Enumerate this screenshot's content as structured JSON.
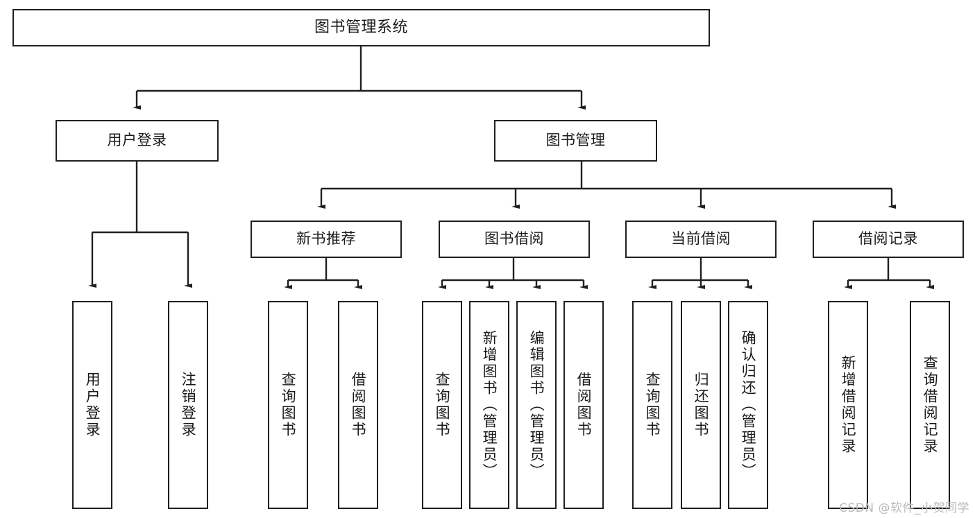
{
  "diagram": {
    "kind": "hierarchy-tree",
    "title": "图书管理系统",
    "colors": {
      "background": "#ffffff",
      "stroke": "#1f1f1f",
      "box_fill": "#ffffff",
      "text": "#1a1a1a",
      "watermark": "#b9b9b9"
    },
    "root": {
      "label": "图书管理系统"
    },
    "level2": [
      {
        "label": "用户登录"
      },
      {
        "label": "图书管理"
      }
    ],
    "level3": [
      {
        "label": "新书推荐"
      },
      {
        "label": "图书借阅"
      },
      {
        "label": "当前借阅"
      },
      {
        "label": "借阅记录"
      }
    ],
    "leaves": {
      "user_login": [
        {
          "label": "用户登录"
        },
        {
          "label": "注销登录"
        }
      ],
      "new_book_recommend": [
        {
          "label": "查询图书"
        },
        {
          "label": "借阅图书"
        }
      ],
      "book_borrow": [
        {
          "label": "查询图书"
        },
        {
          "label": "新增图书（管理员）"
        },
        {
          "label": "编辑图书（管理员）"
        },
        {
          "label": "借阅图书"
        }
      ],
      "current_borrow": [
        {
          "label": "查询图书"
        },
        {
          "label": "归还图书"
        },
        {
          "label": "确认归还（管理员）"
        }
      ],
      "borrow_record": [
        {
          "label": "新增借阅记录"
        },
        {
          "label": "查询借阅记录"
        }
      ]
    },
    "watermark": "CSDN @软件_小贺同学"
  }
}
